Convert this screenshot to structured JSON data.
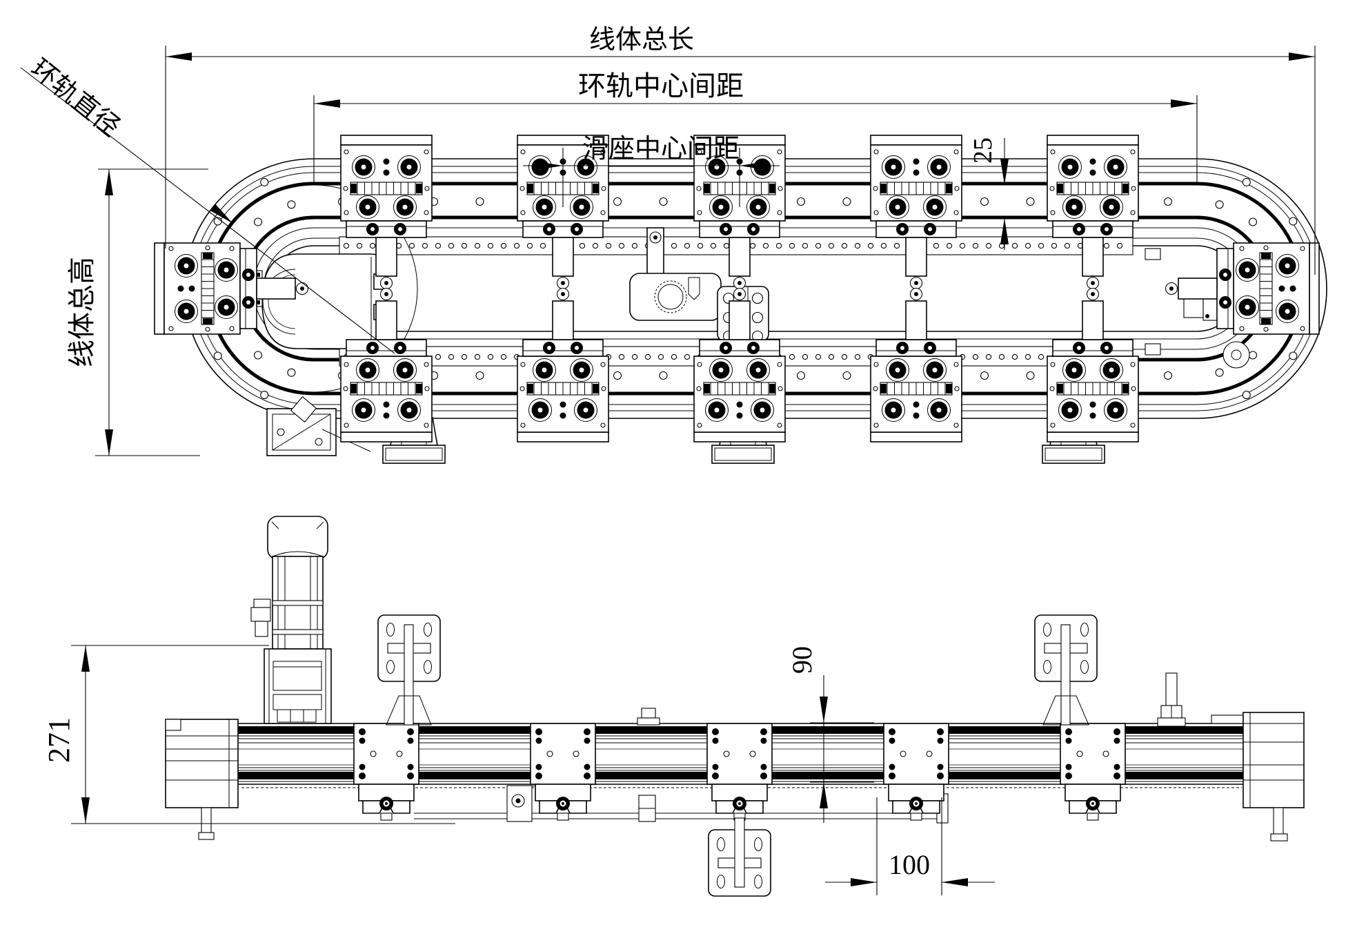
{
  "colors": {
    "line_color": "#000000",
    "background": "#ffffff"
  },
  "plan_view": {
    "dim_total_length": "线体总长",
    "dim_ring_center_distance": "环轨中心间距",
    "dim_slider_center_distance": "滑座中心间距",
    "dim_rail_width": "25",
    "dim_ring_diameter": "环轨直径",
    "dim_total_height": "线体总高"
  },
  "elevation_view": {
    "dim_overall_height": "271",
    "dim_rail_height": "90",
    "dim_spacing": "100"
  }
}
